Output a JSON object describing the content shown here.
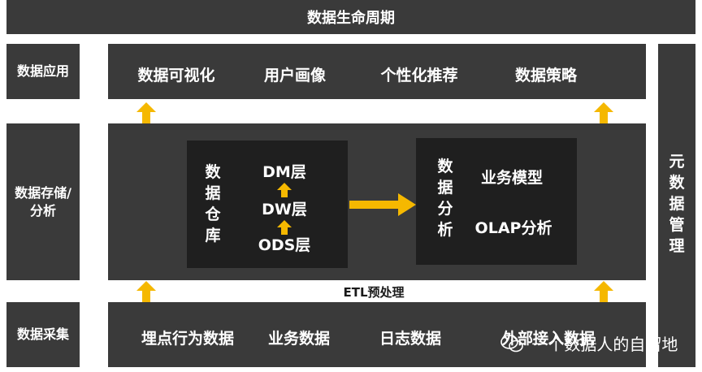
{
  "header": {
    "title": "数据生命周期"
  },
  "left": {
    "apply": "数据应用",
    "storage_line1": "数据存储/",
    "storage_line2": "分析",
    "collect": "数据采集"
  },
  "app_row": {
    "items": [
      "数据可视化",
      "用户画像",
      "个性化推荐",
      "数据策略"
    ]
  },
  "warehouse": {
    "title_chars": [
      "数",
      "据",
      "仓",
      "库"
    ],
    "layers": [
      "DM层",
      "DW层",
      "ODS层"
    ]
  },
  "analysis": {
    "title_chars": [
      "数",
      "据",
      "分",
      "析"
    ],
    "items": [
      "业务模型",
      "OLAP分析"
    ]
  },
  "etl": {
    "label": "ETL预处理"
  },
  "collect_row": {
    "items": [
      "埋点行为数据",
      "业务数据",
      "日志数据",
      "外部接入数据"
    ]
  },
  "meta": {
    "title_chars": [
      "元",
      "数",
      "据",
      "管",
      "理"
    ]
  },
  "watermark": {
    "text": "一个数据人的自留地"
  },
  "colors": {
    "block": "#3a3a3a",
    "inner": "#1f1f1f",
    "arrow": "#f5b800",
    "text": "#ffffff"
  }
}
